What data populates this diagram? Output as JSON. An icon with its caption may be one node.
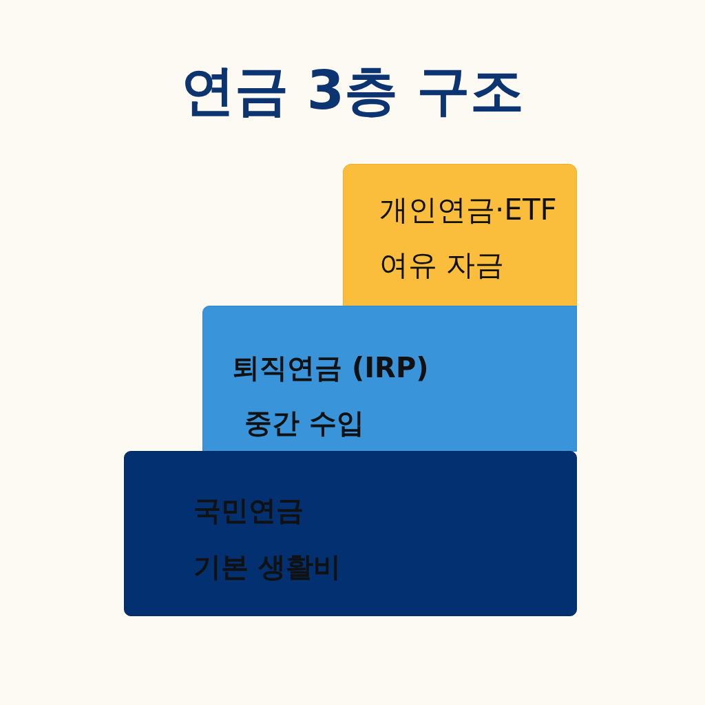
{
  "diagram": {
    "title": "연금 3층 구조",
    "nodes": [
      {
        "text": [
          "개인연금·ETF",
          "여유 자금"
        ]
      },
      {
        "text": [
          "퇴직연금 (IRP)",
          "중간 수입"
        ]
      },
      {
        "text": [
          "국민연금",
          "기본 생활비"
        ]
      }
    ]
  }
}
